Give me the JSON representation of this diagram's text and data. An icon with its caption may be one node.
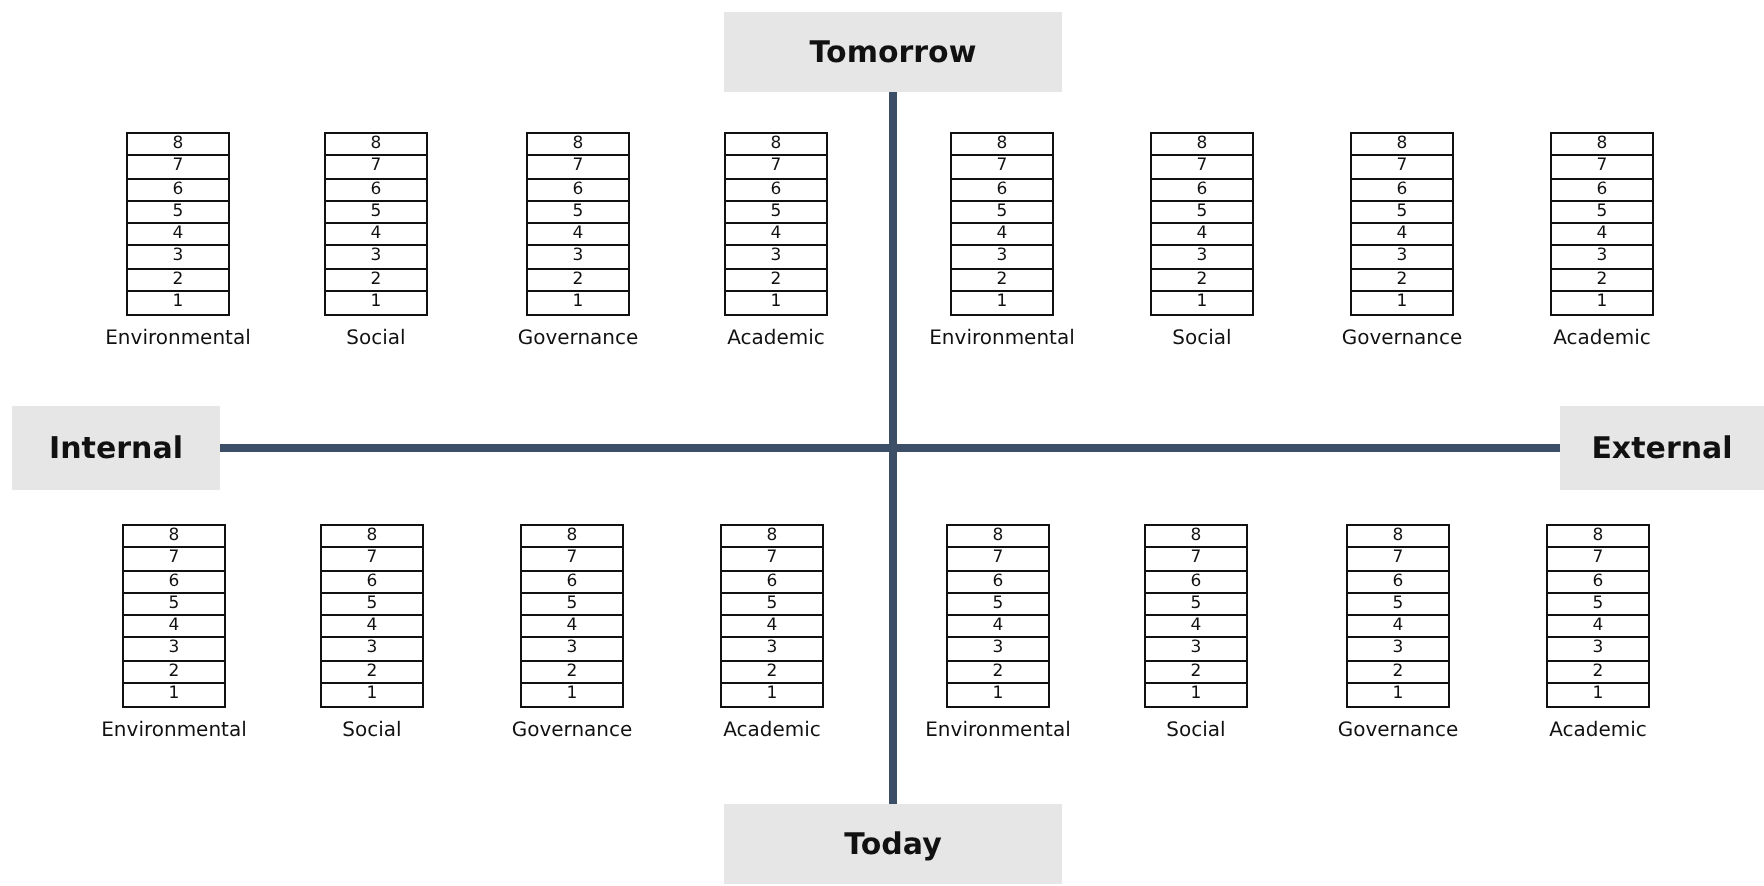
{
  "diagram": {
    "nodes": [
      {
        "text": [
          "Tomorrow"
        ]
      },
      {
        "text": [
          "8",
          "7",
          "6",
          "5",
          "4",
          "3",
          "2",
          "1"
        ],
        "beside": [
          "Environmental"
        ]
      },
      {
        "text": [
          "8",
          "7",
          "6",
          "5",
          "4",
          "3",
          "2",
          "1"
        ],
        "beside": [
          "Social"
        ]
      },
      {
        "text": [
          "8",
          "7",
          "6",
          "5",
          "4",
          "3",
          "2",
          "1"
        ],
        "beside": [
          "Governance"
        ]
      },
      {
        "text": [
          "8",
          "7",
          "6",
          "5",
          "4",
          "3",
          "2",
          "1"
        ],
        "beside": [
          "Academic"
        ]
      },
      {
        "text": [
          "8",
          "7",
          "6",
          "5",
          "4",
          "3",
          "2",
          "1"
        ],
        "beside": [
          "Environmental"
        ]
      },
      {
        "text": [
          "8",
          "7",
          "6",
          "5",
          "4",
          "3",
          "2",
          "1"
        ],
        "beside": [
          "Social"
        ]
      },
      {
        "text": [
          "8",
          "7",
          "6",
          "5",
          "4",
          "3",
          "2",
          "1"
        ],
        "beside": [
          "Governance"
        ]
      },
      {
        "text": [
          "8",
          "7",
          "6",
          "5",
          "4",
          "3",
          "2",
          "1"
        ],
        "beside": [
          "Academic"
        ]
      },
      {
        "text": [
          "Internal"
        ]
      },
      {
        "text": [
          "External"
        ]
      },
      {
        "text": [
          "8",
          "7",
          "6",
          "5",
          "4",
          "3",
          "2",
          "1"
        ],
        "beside": [
          "Environmental"
        ]
      },
      {
        "text": [
          "8",
          "7",
          "6",
          "5",
          "4",
          "3",
          "2",
          "1"
        ],
        "beside": [
          "Social"
        ]
      },
      {
        "text": [
          "8",
          "7",
          "6",
          "5",
          "4",
          "3",
          "2",
          "1"
        ],
        "beside": [
          "Governance"
        ]
      },
      {
        "text": [
          "8",
          "7",
          "6",
          "5",
          "4",
          "3",
          "2",
          "1"
        ],
        "beside": [
          "Academic"
        ]
      },
      {
        "text": [
          "8",
          "7",
          "6",
          "5",
          "4",
          "3",
          "2",
          "1"
        ],
        "beside": [
          "Environmental"
        ]
      },
      {
        "text": [
          "8",
          "7",
          "6",
          "5",
          "4",
          "3",
          "2",
          "1"
        ],
        "beside": [
          "Social"
        ]
      },
      {
        "text": [
          "8",
          "7",
          "6",
          "5",
          "4",
          "3",
          "2",
          "1"
        ],
        "beside": [
          "Governance"
        ]
      },
      {
        "text": [
          "8",
          "7",
          "6",
          "5",
          "4",
          "3",
          "2",
          "1"
        ],
        "beside": [
          "Academic"
        ]
      },
      {
        "text": [
          "Today"
        ]
      }
    ],
    "edges": [
      {
        "from": 9,
        "to": 10,
        "arrow": "none"
      },
      {
        "from": 0,
        "to": 19,
        "arrow": "none"
      }
    ]
  }
}
